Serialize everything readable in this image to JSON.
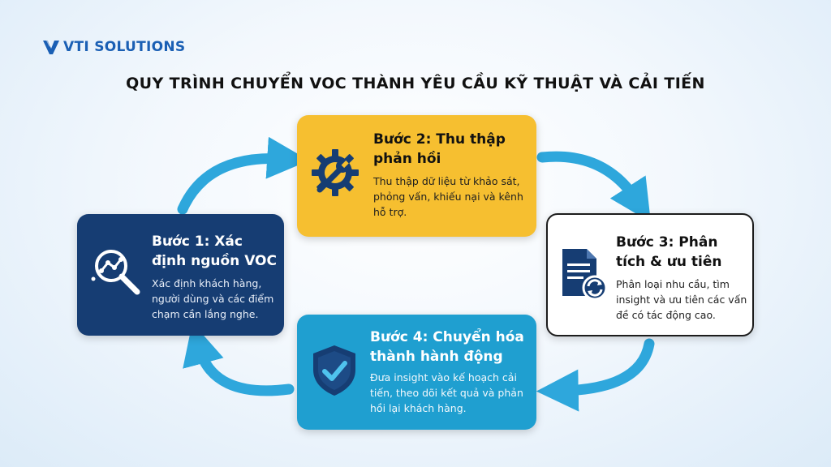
{
  "brand": {
    "logo_text": "VTI SOLUTIONS",
    "logo_color": "#1a5fb4"
  },
  "title": "QUY TRÌNH CHUYỂN VOC THÀNH YÊU CẦU KỸ THUẬT VÀ CẢI TIẾN",
  "colors": {
    "step1_bg": "#163d73",
    "step2_bg": "#f6bf30",
    "step3_bg": "#ffffff",
    "step4_bg": "#1f9fd0",
    "arrow": "#2ea7dc"
  },
  "steps": [
    {
      "title": "Bước 1: Xác định nguồn VOC",
      "description": "Xác định khách hàng, người dùng và các điểm chạm cần lắng nghe.",
      "icon": "magnifier-chart-icon"
    },
    {
      "title": "Bước 2: Thu thập phản hồi",
      "description": "Thu thập dữ liệu từ khảo sát, phỏng vấn, khiếu nại và kênh hỗ trợ.",
      "icon": "gear-wrench-icon"
    },
    {
      "title": "Bước 3: Phân tích & ưu tiên",
      "description": "Phân loại nhu cầu, tìm insight và ưu tiên các vấn đề có tác động cao.",
      "icon": "document-refresh-icon"
    },
    {
      "title": "Bước 4: Chuyển hóa thành hành động",
      "description": "Đưa insight vào kế hoạch cải tiến, theo dõi kết quả và phản hồi lại khách hàng.",
      "icon": "shield-check-icon"
    }
  ]
}
